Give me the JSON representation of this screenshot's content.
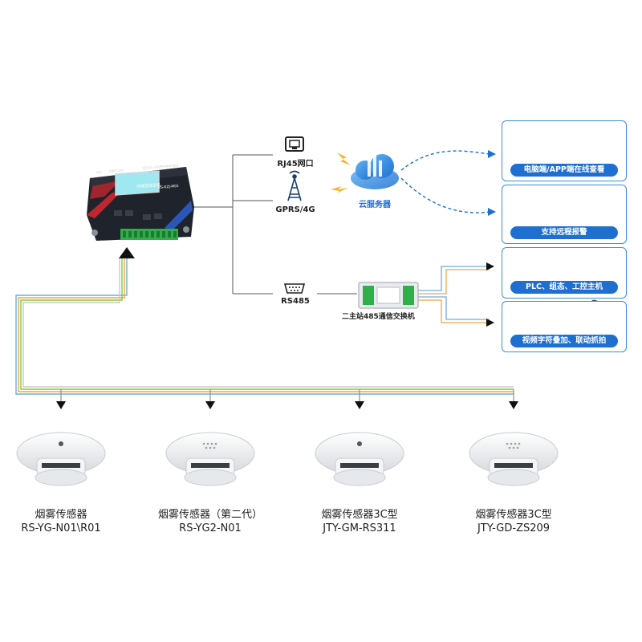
{
  "controller": {
    "title": "环境监控主机",
    "model": "RS-KZJ-M01",
    "top_labels": [
      "Ant",
      "SIM Card",
      "DC10~30V",
      "Powerinput"
    ]
  },
  "connections": {
    "rj45": "RJ45网口",
    "gprs": "GPRS/4G",
    "rs485": "RS485"
  },
  "cloud": {
    "label": "云服务器"
  },
  "switch": {
    "label": "二主站485通信交换机"
  },
  "panels": [
    {
      "label": "电脑端/APP端在线查看"
    },
    {
      "label": "支持远程报警"
    },
    {
      "label": "PLC、组态、工控主机"
    },
    {
      "label": "视频字符叠加、联动抓拍"
    }
  ],
  "sensors": [
    {
      "name": "烟雾传感器",
      "model": "RS-YG-N01\\R01"
    },
    {
      "name": "烟雾传感器（第二代）",
      "model": "RS-YG2-N01"
    },
    {
      "name": "烟雾传感器3C型",
      "model": "JTY-GM-RS311"
    },
    {
      "name": "烟雾传感器3C型",
      "model": "JTY-GD-ZS209"
    }
  ],
  "colors": {
    "accent": "#1e6fd0",
    "bus_blue": "#6aaee0",
    "bus_orange": "#f2a541",
    "bus_green": "#8cc63f"
  }
}
